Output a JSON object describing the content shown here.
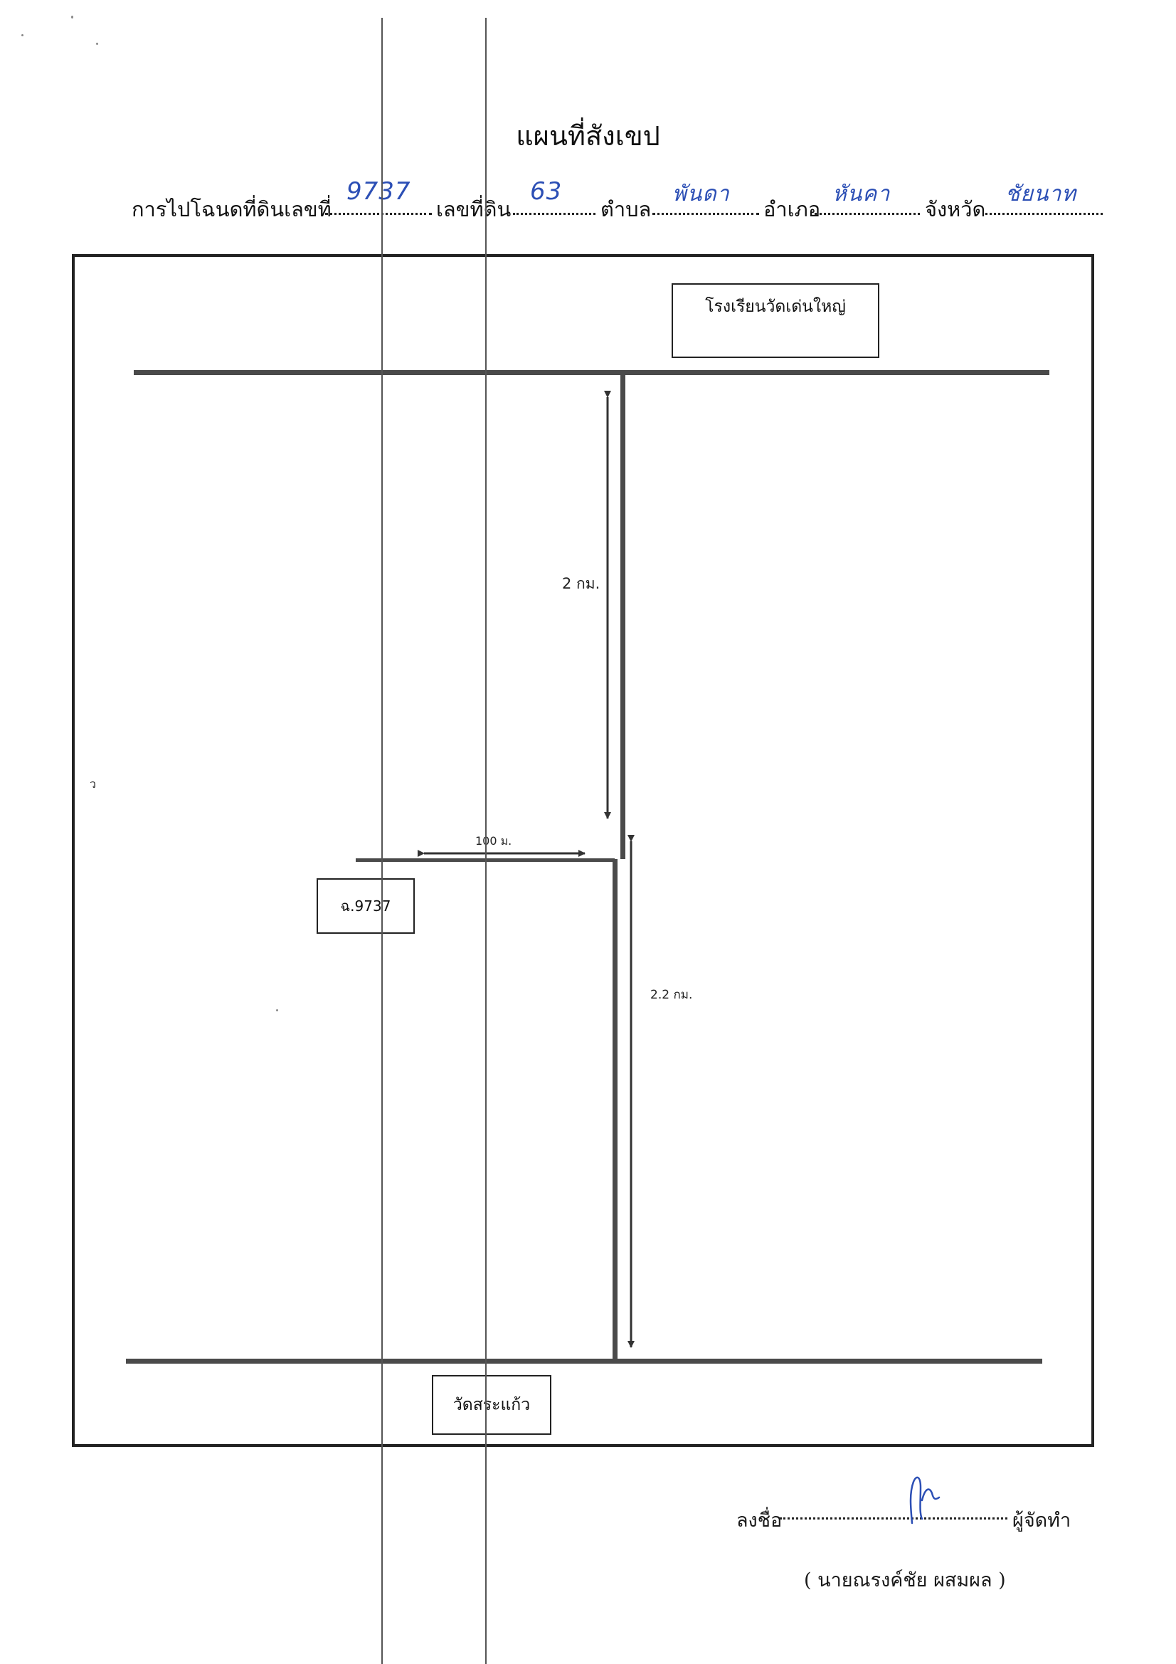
{
  "title": "แผนที่สังเขป",
  "header": {
    "label_deed_no": "การไปโฉนดที่ดินเลขที่",
    "deed_no": "9737",
    "label_land_no": "เลขที่ดิน",
    "land_no": "63",
    "label_subdistrict": "ตำบล",
    "subdistrict": "พันดา",
    "label_district": "อำเภอ",
    "district": "หันคา",
    "label_province": "จังหวัด",
    "province": "ชัยนาท"
  },
  "map": {
    "school_label": "โรงเรียนวัดเด่นใหญ่",
    "temple_label": "วัดสระแก้ว",
    "parcel_label": "ฉ.9737",
    "distance_north": "2 กม.",
    "distance_side": "100 ม.",
    "distance_south": "2.2 กม.",
    "margin_mark": "ว"
  },
  "signature": {
    "label_sign": "ลงชื่อ",
    "label_role": "ผู้จัดทำ",
    "signer_name": "( นายณรงค์ชัย  ผสมผล )"
  },
  "colors": {
    "ink": "#111111",
    "handwriting": "#2c4fb5",
    "road": "#4a4a4a"
  }
}
